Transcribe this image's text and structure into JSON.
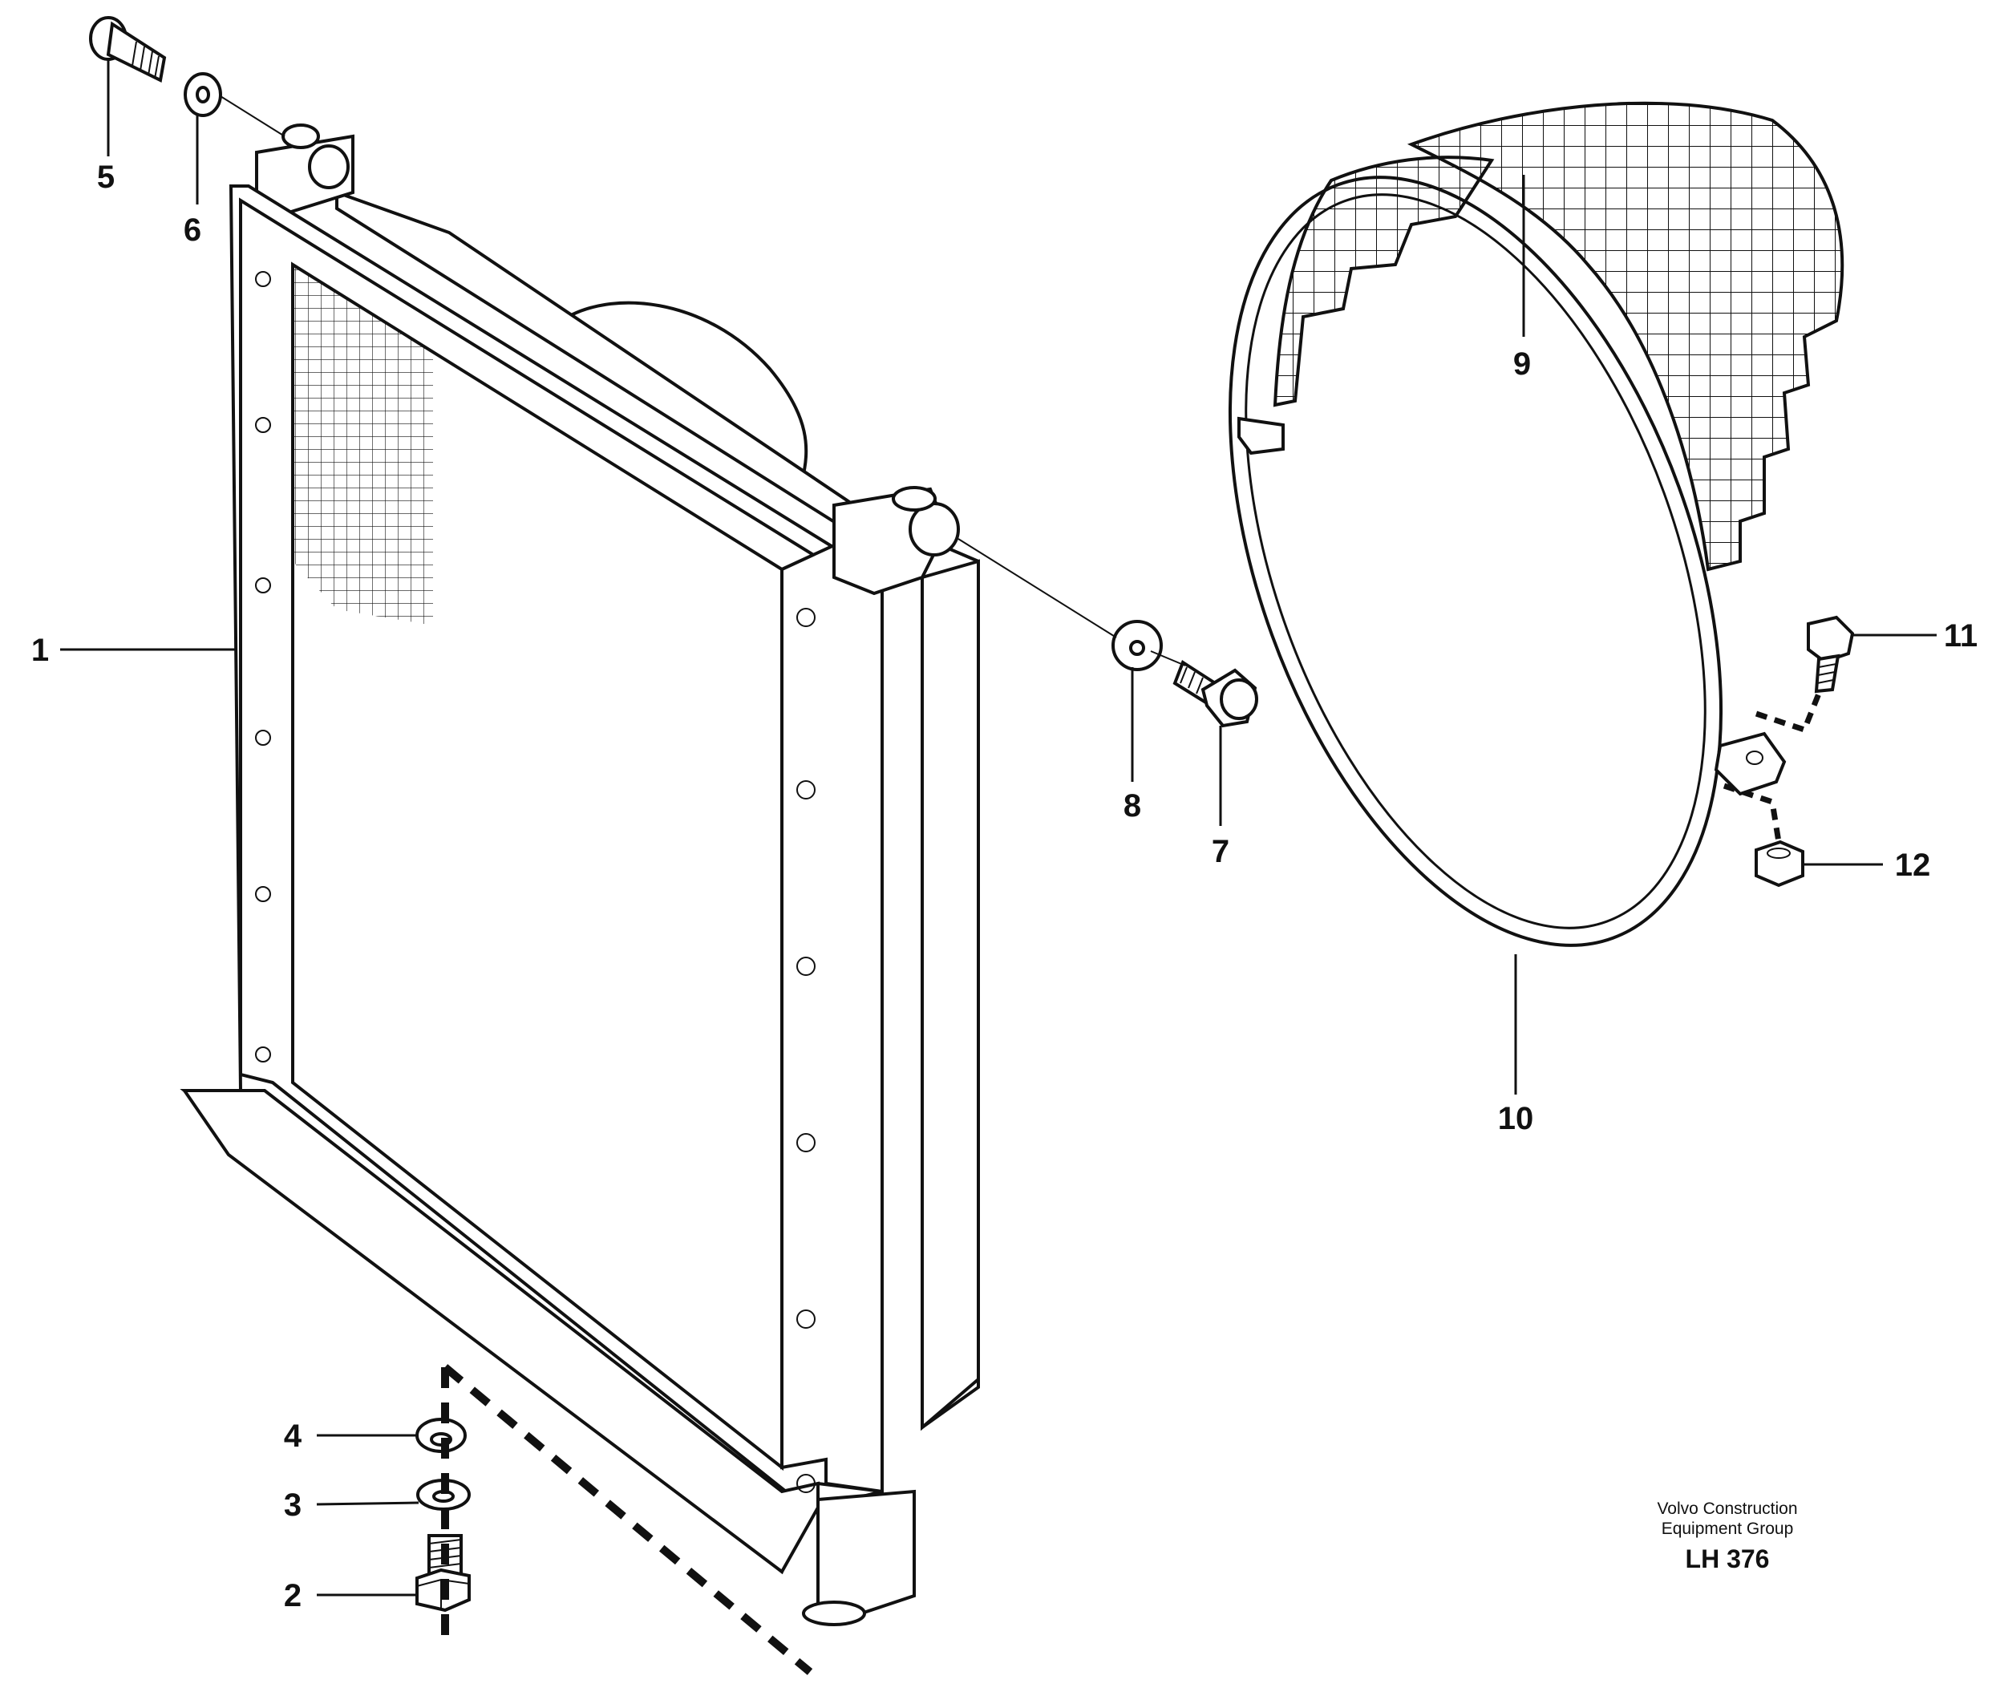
{
  "callouts": [
    {
      "id": "1",
      "label": "1"
    },
    {
      "id": "2",
      "label": "2"
    },
    {
      "id": "3",
      "label": "3"
    },
    {
      "id": "4",
      "label": "4"
    },
    {
      "id": "5",
      "label": "5"
    },
    {
      "id": "6",
      "label": "6"
    },
    {
      "id": "7",
      "label": "7"
    },
    {
      "id": "8",
      "label": "8"
    },
    {
      "id": "9",
      "label": "9"
    },
    {
      "id": "10",
      "label": "10"
    },
    {
      "id": "11",
      "label": "11"
    },
    {
      "id": "12",
      "label": "12"
    }
  ],
  "credit": {
    "line1": "Volvo Construction",
    "line2": "Equipment Group",
    "code": "LH 376"
  }
}
